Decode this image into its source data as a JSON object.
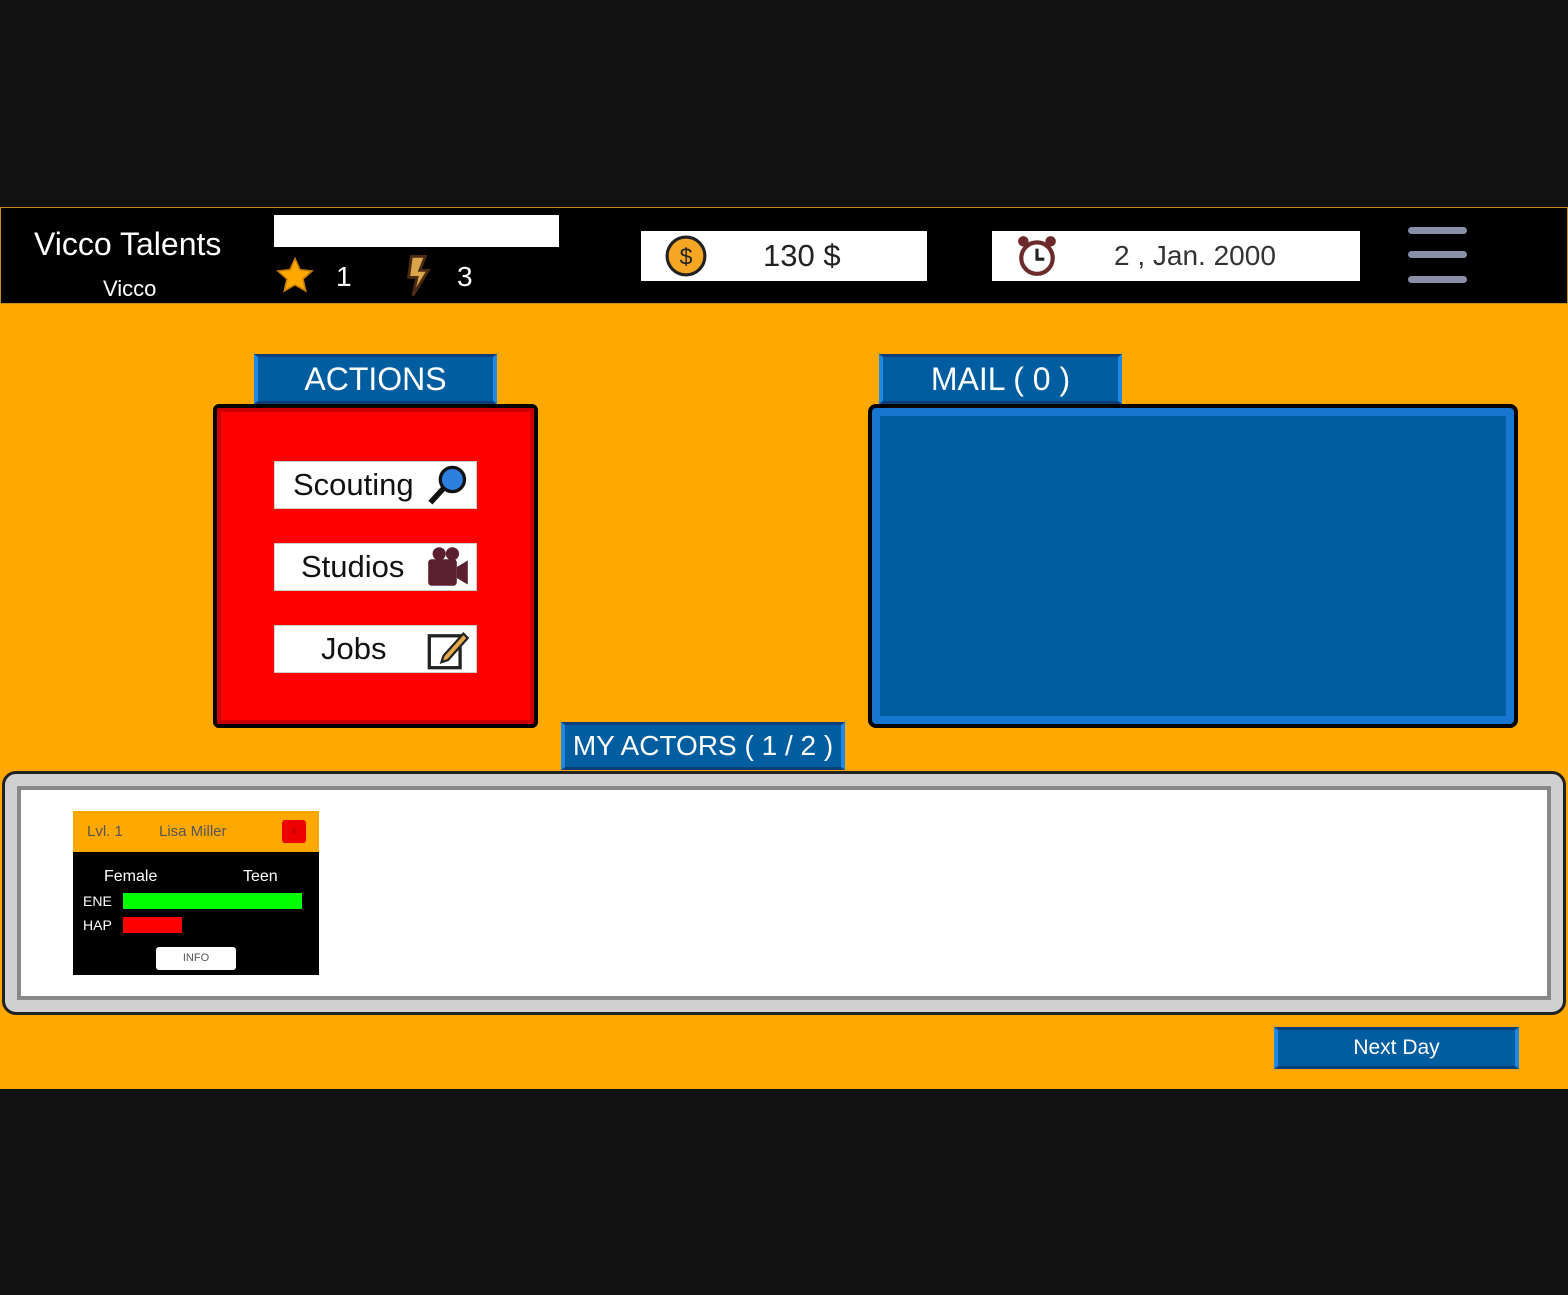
{
  "header": {
    "title": "Vicco Talents",
    "player": "Vicco",
    "stars": "1",
    "energy": "3",
    "money": "130 $",
    "date": "2 , Jan. 2000"
  },
  "actions": {
    "title": "ACTIONS",
    "items": [
      {
        "label": "Scouting",
        "icon": "magnifier-icon"
      },
      {
        "label": "Studios",
        "icon": "camera-icon"
      },
      {
        "label": "Jobs",
        "icon": "edit-icon"
      }
    ]
  },
  "mail": {
    "title": "MAIL ( 0 )"
  },
  "actors": {
    "title": "MY ACTORS ( 1 / 2 )",
    "list": [
      {
        "level": "Lvl. 1",
        "name": "Lisa Miller",
        "close": "x",
        "gender": "Female",
        "age": "Teen",
        "ene_label": "ENE",
        "ene": 1.0,
        "hap_label": "HAP",
        "hap": 0.33,
        "info": "INFO"
      }
    ]
  },
  "next_day": "Next Day",
  "colors": {
    "background": "#fea800",
    "panel_red": "#ff0000",
    "panel_blue": "#005ea0",
    "ene": "#00ff00",
    "hap": "#ff0000"
  }
}
